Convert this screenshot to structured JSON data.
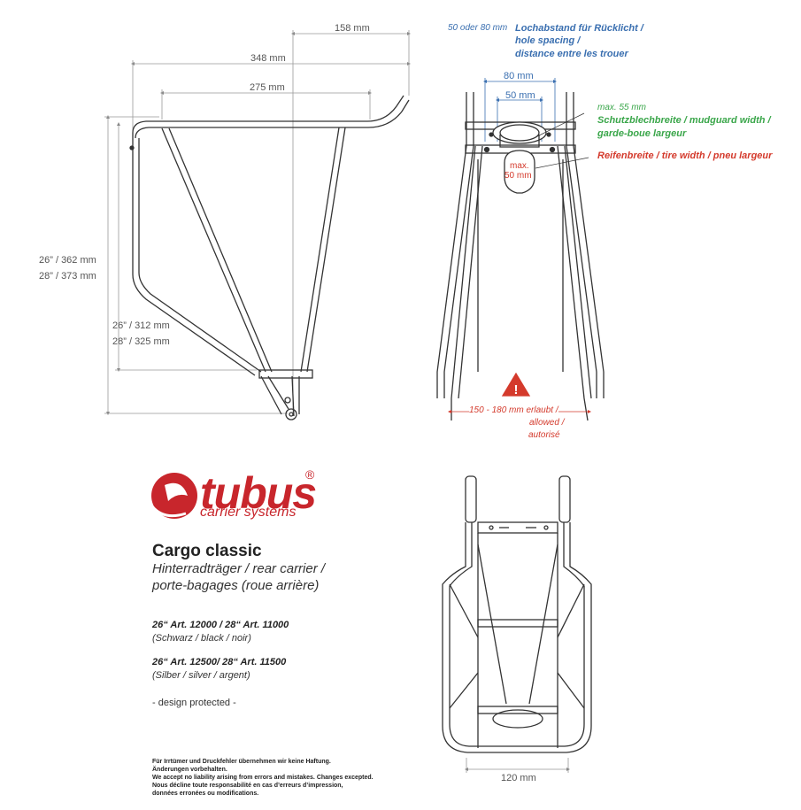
{
  "side_view": {
    "dim_158": "158 mm",
    "dim_348": "348 mm",
    "dim_275": "275 mm",
    "height_total_26": "26” / 362 mm",
    "height_total_28": "28” / 373 mm",
    "height_low_26": "26” / 312 mm",
    "height_low_28": "28” / 325 mm"
  },
  "rear_view": {
    "hole_spacing_values": "50 oder 80 mm",
    "hole_spacing_de": "Lochabstand für Rücklicht /",
    "hole_spacing_en": "hole spacing /",
    "hole_spacing_fr": "distance entre les trouer",
    "dim_80": "80 mm",
    "dim_50": "50 mm",
    "mudguard_max": "max. 55 mm",
    "mudguard_label_1": "Schutzblechbreite / mudguard width /",
    "mudguard_label_2": "garde-boue largeur",
    "tire_max_1": "max.",
    "tire_max_2": "50 mm",
    "tire_label": "Reifenbreite / tire width / pneu largeur",
    "allowed_1": "150 - 180 mm erlaubt /",
    "allowed_2": "allowed /",
    "allowed_3": "autorisé"
  },
  "top_view": {
    "dim_120": "120 mm"
  },
  "brand": {
    "name": "tubus",
    "registered": "®",
    "tagline": "carrier systems"
  },
  "product": {
    "title": "Cargo classic",
    "subtitle_1": "Hinterradträger / rear carrier /",
    "subtitle_2": "porte-bagages (roue arrière)",
    "art_1": "26“ Art. 12000 / 28“ Art. 11000",
    "art_1_color": "(Schwarz / black / noir)",
    "art_2": "26“  Art. 12500/ 28“ Art. 11500",
    "art_2_color": "(Silber / silver / argent)",
    "design": "- design protected -"
  },
  "disclaimer": [
    "Für Irrtümer und Druckfehler übernehmen wir keine Haftung.",
    "Änderungen vorbehalten.",
    "We accept no liability arising from errors and mistakes. Changes excepted.",
    "Nous décline toute responsabilité en cas d’erreurs d’impression,",
    "données erronées ou modifications."
  ],
  "colors": {
    "brand_red": "#c8262c",
    "annotation_blue": "#3a6fb0",
    "annotation_green": "#3aa64a",
    "annotation_red": "#d43a2c",
    "line": "#333333",
    "dim_line": "#999999"
  }
}
